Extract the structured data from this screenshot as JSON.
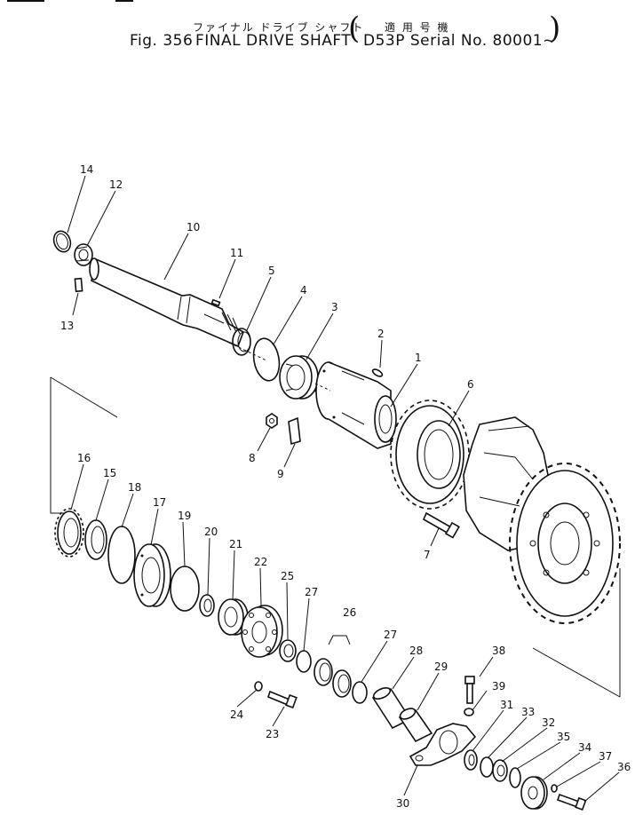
{
  "header": {
    "title_jp": "ファイナル ドライブ シャフト",
    "applicability_jp": "適 用 号 機",
    "fig_label": "Fig. 356",
    "title_en": "FINAL DRIVE SHAFT",
    "applicability_en": "D53P Serial No. 80001~",
    "open_paren": "(",
    "close_paren": ")"
  },
  "callouts": [
    {
      "id": "p14",
      "num": "14"
    },
    {
      "id": "p12",
      "num": "12"
    },
    {
      "id": "p10",
      "num": "10"
    },
    {
      "id": "p11",
      "num": "11"
    },
    {
      "id": "p13",
      "num": "13"
    },
    {
      "id": "p5",
      "num": "5"
    },
    {
      "id": "p4",
      "num": "4"
    },
    {
      "id": "p3",
      "num": "3"
    },
    {
      "id": "p2",
      "num": "2"
    },
    {
      "id": "p1",
      "num": "1"
    },
    {
      "id": "p6",
      "num": "6"
    },
    {
      "id": "p8",
      "num": "8"
    },
    {
      "id": "p9",
      "num": "9"
    },
    {
      "id": "p7",
      "num": "7"
    },
    {
      "id": "p16",
      "num": "16"
    },
    {
      "id": "p15",
      "num": "15"
    },
    {
      "id": "p18",
      "num": "18"
    },
    {
      "id": "p17",
      "num": "17"
    },
    {
      "id": "p19",
      "num": "19"
    },
    {
      "id": "p20",
      "num": "20"
    },
    {
      "id": "p21",
      "num": "21"
    },
    {
      "id": "p22",
      "num": "22"
    },
    {
      "id": "p25",
      "num": "25"
    },
    {
      "id": "p27a",
      "num": "27"
    },
    {
      "id": "p26",
      "num": "26"
    },
    {
      "id": "p27b",
      "num": "27"
    },
    {
      "id": "p28",
      "num": "28"
    },
    {
      "id": "p29",
      "num": "29"
    },
    {
      "id": "p38",
      "num": "38"
    },
    {
      "id": "p39",
      "num": "39"
    },
    {
      "id": "p24",
      "num": "24"
    },
    {
      "id": "p23",
      "num": "23"
    },
    {
      "id": "p31",
      "num": "31"
    },
    {
      "id": "p33",
      "num": "33"
    },
    {
      "id": "p32",
      "num": "32"
    },
    {
      "id": "p35",
      "num": "35"
    },
    {
      "id": "p34",
      "num": "34"
    },
    {
      "id": "p37",
      "num": "37"
    },
    {
      "id": "p36",
      "num": "36"
    },
    {
      "id": "p30",
      "num": "30"
    }
  ]
}
